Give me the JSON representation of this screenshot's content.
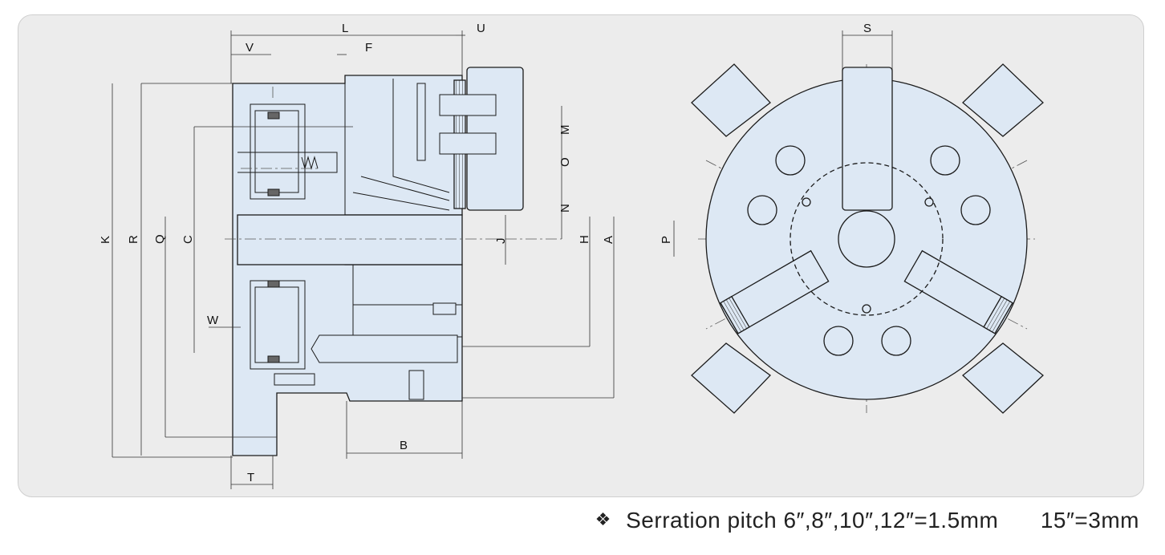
{
  "dimensions": {
    "L": "L",
    "U": "U",
    "V": "V",
    "F": "F",
    "S": "S",
    "M": "M",
    "O": "O",
    "N": "N",
    "J": "J",
    "H": "H",
    "A": "A",
    "K": "K",
    "R": "R",
    "Q": "Q",
    "C": "C",
    "P": "P",
    "W": "W",
    "B": "B",
    "T": "T"
  },
  "note": {
    "icon": "four-diamond-icon",
    "text": "Serration pitch 6″,8″,10″,12″=1.5mm",
    "text2": "15″=3mm"
  },
  "colors": {
    "part_fill": "#dde8f4",
    "line": "#1b1b1b",
    "panel": "#ececec"
  }
}
